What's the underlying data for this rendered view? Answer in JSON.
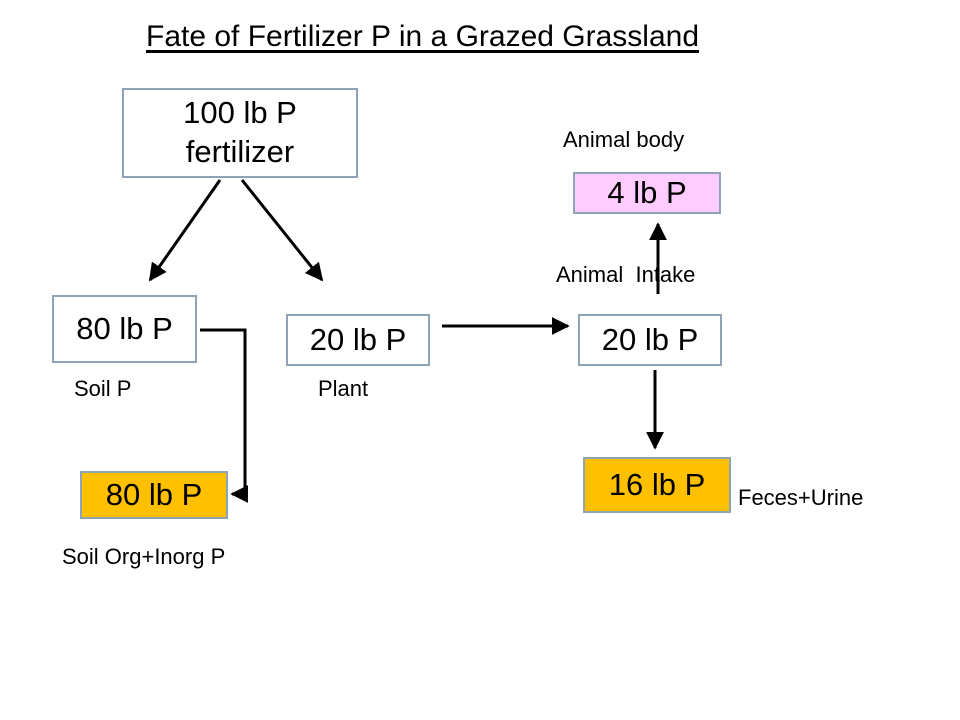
{
  "title": "Fate of Fertilizer P in a Grazed Grassland",
  "nodes": {
    "fertilizer": {
      "line1": "100 lb P",
      "line2": "fertilizer"
    },
    "soil_p": {
      "value": "80 lb P",
      "label": "Soil P"
    },
    "plant": {
      "value": "20 lb P",
      "label": "Plant"
    },
    "soil_org": {
      "value": "80 lb P",
      "label": "Soil Org+Inorg P"
    },
    "animal_intake": {
      "value": "20 lb P",
      "label": "Animal  Intake"
    },
    "animal_body": {
      "value": "4 lb P",
      "label": "Animal body"
    },
    "feces": {
      "value": "16 lb P",
      "label": "Feces+Urine"
    }
  },
  "colors": {
    "box_border": "#8ea3b5",
    "orange_fill": "#ffc000",
    "pink_fill": "#ffccff"
  }
}
